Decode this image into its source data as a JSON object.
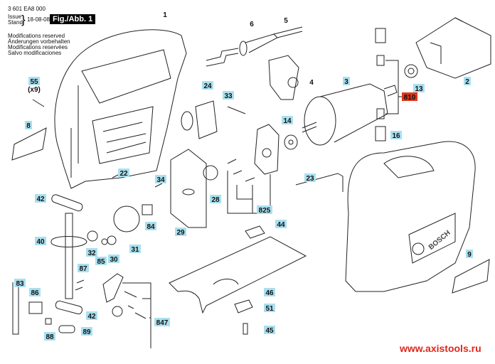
{
  "header": {
    "doc_number": "3 601 EA8 000",
    "issue_label_1": "Issue",
    "issue_label_2": "Stand",
    "issue_date": "18-08-08",
    "figure": "Fig./Abb. 1",
    "notes": [
      "Modifications reserved",
      "Änderungen vorbehalten",
      "Modifications reservées",
      "Salvo modificaciones"
    ]
  },
  "colors": {
    "label_bg": "#a9e0f0",
    "highlight_bg": "#e0381a",
    "url": "#e0261a",
    "line": "#222222"
  },
  "parts": [
    {
      "id": "1",
      "style": "plain"
    },
    {
      "id": "2",
      "style": "blue"
    },
    {
      "id": "3",
      "style": "blue"
    },
    {
      "id": "4",
      "style": "plain"
    },
    {
      "id": "5",
      "style": "plain"
    },
    {
      "id": "6",
      "style": "plain"
    },
    {
      "id": "8",
      "style": "blue"
    },
    {
      "id": "9",
      "style": "blue"
    },
    {
      "id": "13",
      "style": "blue"
    },
    {
      "id": "14",
      "style": "blue"
    },
    {
      "id": "16",
      "style": "blue"
    },
    {
      "id": "22",
      "style": "blue"
    },
    {
      "id": "23",
      "style": "blue"
    },
    {
      "id": "24",
      "style": "blue"
    },
    {
      "id": "28",
      "style": "blue"
    },
    {
      "id": "29",
      "style": "blue"
    },
    {
      "id": "30",
      "style": "blue"
    },
    {
      "id": "31",
      "style": "blue"
    },
    {
      "id": "32",
      "style": "blue"
    },
    {
      "id": "33",
      "style": "blue"
    },
    {
      "id": "34",
      "style": "blue"
    },
    {
      "id": "40",
      "style": "blue"
    },
    {
      "id": "42",
      "style": "blue"
    },
    {
      "id": "42",
      "style": "blue"
    },
    {
      "id": "44",
      "style": "blue"
    },
    {
      "id": "45",
      "style": "blue"
    },
    {
      "id": "46",
      "style": "blue"
    },
    {
      "id": "51",
      "style": "blue"
    },
    {
      "id": "55",
      "style": "blue",
      "qty": "(x9)"
    },
    {
      "id": "83",
      "style": "blue"
    },
    {
      "id": "84",
      "style": "blue"
    },
    {
      "id": "85",
      "style": "blue"
    },
    {
      "id": "86",
      "style": "blue"
    },
    {
      "id": "87",
      "style": "blue"
    },
    {
      "id": "88",
      "style": "blue"
    },
    {
      "id": "89",
      "style": "blue"
    },
    {
      "id": "810",
      "style": "red"
    },
    {
      "id": "825",
      "style": "blue"
    },
    {
      "id": "847",
      "style": "blue"
    }
  ],
  "brand_logo": "BOSCH",
  "watermark_url": "www.axistools.ru"
}
